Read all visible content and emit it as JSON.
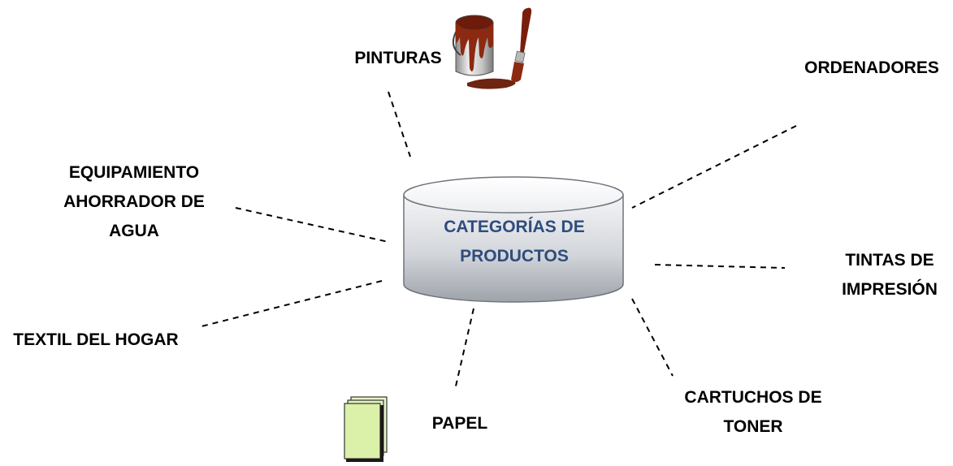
{
  "center": {
    "line1": "CATEGORÍAS DE",
    "line2": "PRODUCTOS"
  },
  "categories": {
    "pinturas": {
      "lines": [
        "PINTURAS"
      ]
    },
    "ordenadores": {
      "lines": [
        "ORDENADORES"
      ]
    },
    "equipamiento": {
      "lines": [
        "EQUIPAMIENTO",
        "AHORRADOR DE",
        "AGUA"
      ]
    },
    "tintas": {
      "lines": [
        "TINTAS DE",
        "IMPRESIÓN"
      ]
    },
    "textil": {
      "lines": [
        "TEXTIL DEL HOGAR"
      ]
    },
    "cartuchos": {
      "lines": [
        "CARTUCHOS DE",
        "TONER"
      ]
    },
    "papel": {
      "lines": [
        "PAPEL"
      ]
    }
  },
  "icons": {
    "paint": "paint-bucket-and-brush-icon",
    "paper": "paper-stack-icon"
  },
  "colors": {
    "center_text": "#2e4d7c",
    "connector": "#000000",
    "paint": "#8b2a10",
    "paper_fill": "#d8f0a0"
  }
}
